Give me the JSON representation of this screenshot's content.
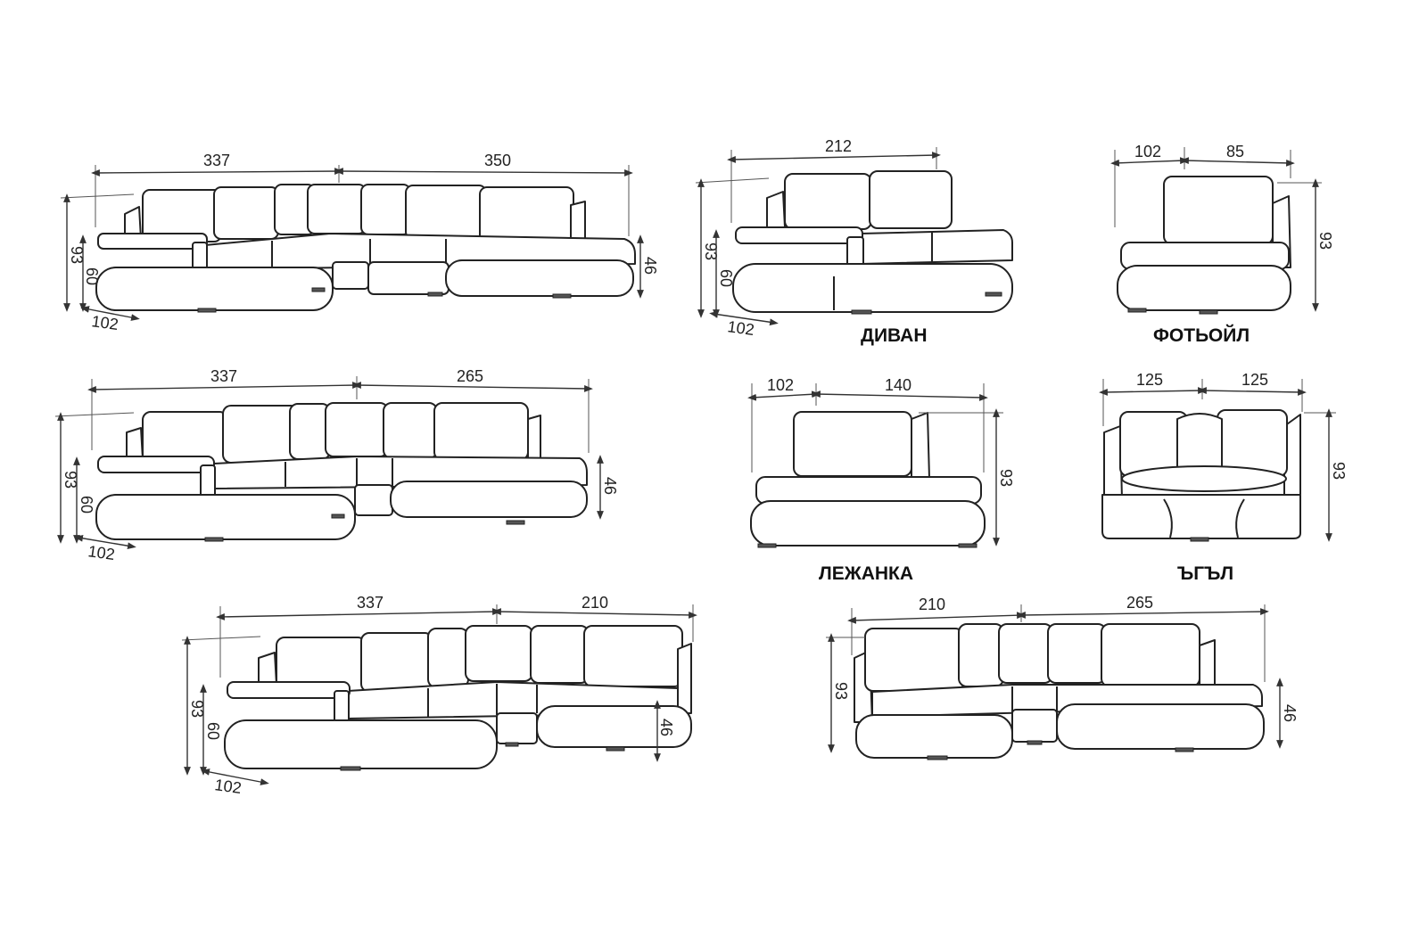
{
  "sectional_337_350": {
    "width_left": "337",
    "width_right": "350",
    "height": "93",
    "arm_height": "60",
    "seat_height": "46",
    "depth": "102"
  },
  "sofa": {
    "title": "ДИВАН",
    "width": "212",
    "height": "93",
    "arm_height": "60",
    "depth": "102"
  },
  "armchair": {
    "title": "ФОТЬОЙЛ",
    "depth": "102",
    "width": "85",
    "height": "93"
  },
  "sectional_337_265": {
    "width_left": "337",
    "width_right": "265",
    "height": "93",
    "arm_height": "60",
    "seat_height": "46",
    "depth": "102"
  },
  "chaise": {
    "title": "ЛЕЖАНКА",
    "depth": "102",
    "width": "140",
    "height": "93"
  },
  "corner": {
    "title": "ЪГЪЛ",
    "width_left": "125",
    "width_right": "125",
    "height": "93"
  },
  "sectional_337_210": {
    "width_left": "337",
    "width_right": "210",
    "height": "93",
    "arm_height": "60",
    "seat_height": "46",
    "depth": "102"
  },
  "sectional_210_265": {
    "width_left": "210",
    "width_right": "265",
    "height": "93",
    "seat_height": "46"
  }
}
